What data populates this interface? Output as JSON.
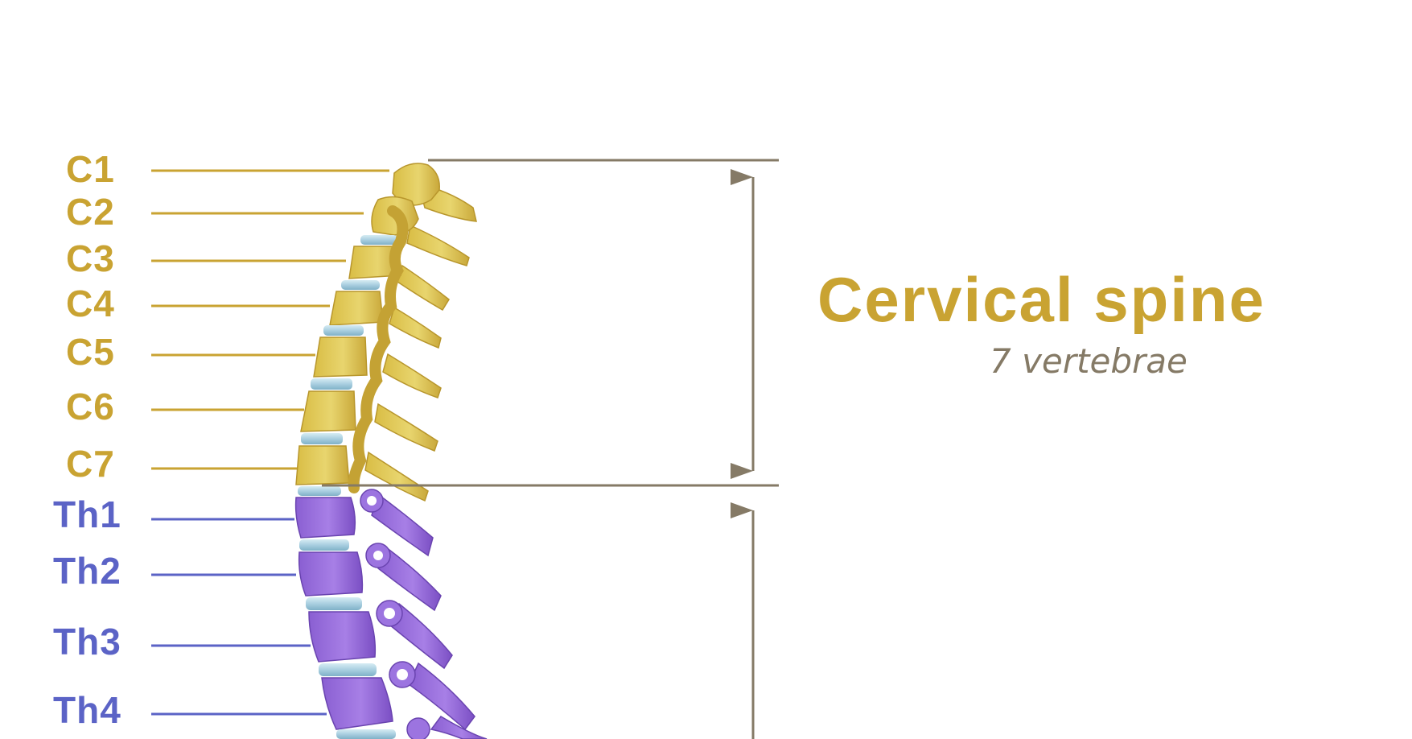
{
  "colors": {
    "cervical": "#c9a332",
    "thoracic": "#5b63c6",
    "bracket": "#857a66",
    "disc": "#a9cfe0"
  },
  "section": {
    "title": "Cervical spine",
    "subtitle": "7 vertebrae"
  },
  "vertebrae": [
    {
      "id": "c1",
      "label": "C1",
      "group": "cervical"
    },
    {
      "id": "c2",
      "label": "C2",
      "group": "cervical"
    },
    {
      "id": "c3",
      "label": "C3",
      "group": "cervical"
    },
    {
      "id": "c4",
      "label": "C4",
      "group": "cervical"
    },
    {
      "id": "c5",
      "label": "C5",
      "group": "cervical"
    },
    {
      "id": "c6",
      "label": "C6",
      "group": "cervical"
    },
    {
      "id": "c7",
      "label": "C7",
      "group": "cervical"
    },
    {
      "id": "th1",
      "label": "Th1",
      "group": "thoracic"
    },
    {
      "id": "th2",
      "label": "Th2",
      "group": "thoracic"
    },
    {
      "id": "th3",
      "label": "Th3",
      "group": "thoracic"
    },
    {
      "id": "th4",
      "label": "Th4",
      "group": "thoracic"
    }
  ]
}
